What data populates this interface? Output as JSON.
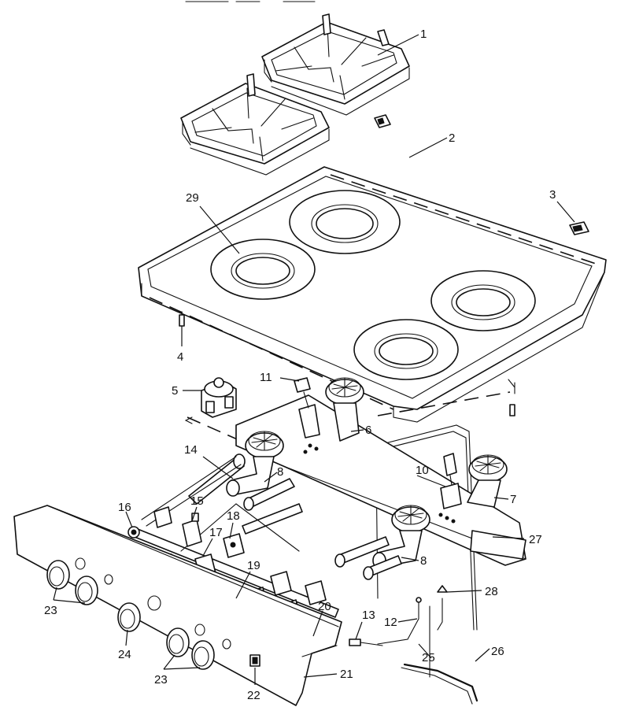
{
  "callouts": [
    {
      "id": "1",
      "label": "1"
    },
    {
      "id": "2",
      "label": "2"
    },
    {
      "id": "3",
      "label": "3"
    },
    {
      "id": "4",
      "label": "4"
    },
    {
      "id": "5",
      "label": "5"
    },
    {
      "id": "6",
      "label": "6"
    },
    {
      "id": "7",
      "label": "7"
    },
    {
      "id": "8a",
      "label": "8"
    },
    {
      "id": "8b",
      "label": "8"
    },
    {
      "id": "10",
      "label": "10"
    },
    {
      "id": "11",
      "label": "11"
    },
    {
      "id": "12",
      "label": "12"
    },
    {
      "id": "13",
      "label": "13"
    },
    {
      "id": "14",
      "label": "14"
    },
    {
      "id": "15",
      "label": "15"
    },
    {
      "id": "16",
      "label": "16"
    },
    {
      "id": "17",
      "label": "17"
    },
    {
      "id": "18",
      "label": "18"
    },
    {
      "id": "19",
      "label": "19"
    },
    {
      "id": "20",
      "label": "20"
    },
    {
      "id": "21",
      "label": "21"
    },
    {
      "id": "22",
      "label": "22"
    },
    {
      "id": "23a",
      "label": "23"
    },
    {
      "id": "23b",
      "label": "23"
    },
    {
      "id": "24",
      "label": "24"
    },
    {
      "id": "25",
      "label": "25"
    },
    {
      "id": "26",
      "label": "26"
    },
    {
      "id": "27",
      "label": "27"
    },
    {
      "id": "28",
      "label": "28"
    },
    {
      "id": "29",
      "label": "29"
    }
  ]
}
